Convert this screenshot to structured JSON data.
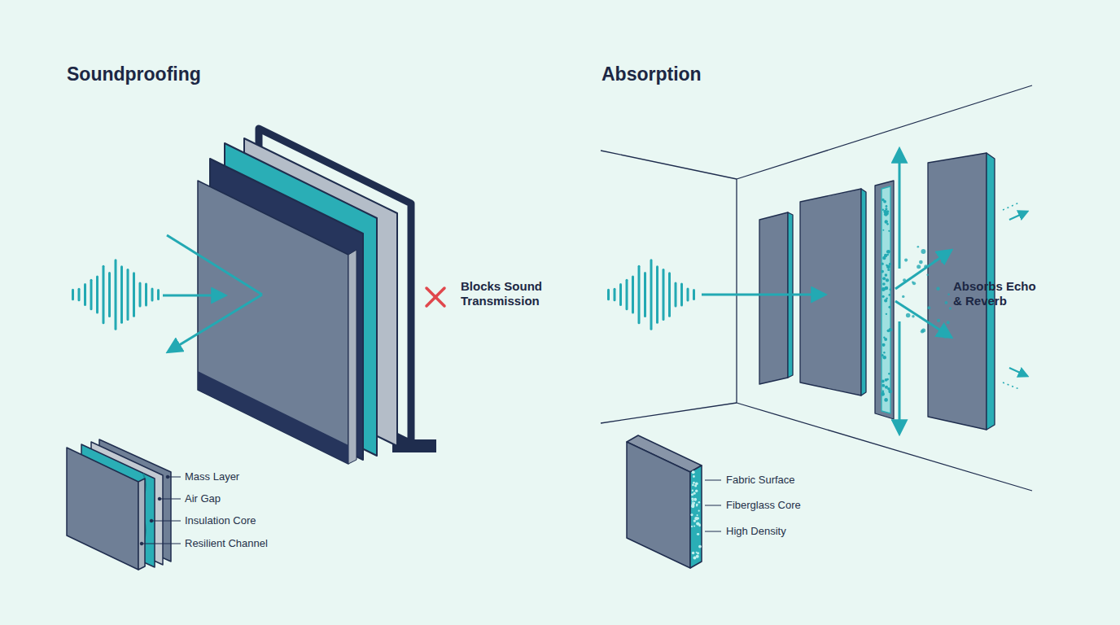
{
  "diagram": {
    "labels": [
      "Soundproofing",
      "Absorption",
      "Blocks Sound Transmission",
      "Mass Layer",
      "Air Gap",
      "Insulation Core",
      "Resilient Channel",
      "Absorbs Echo & Reverb",
      "Fabric Surface",
      "Fiberglass Core",
      "High Density"
    ]
  }
}
